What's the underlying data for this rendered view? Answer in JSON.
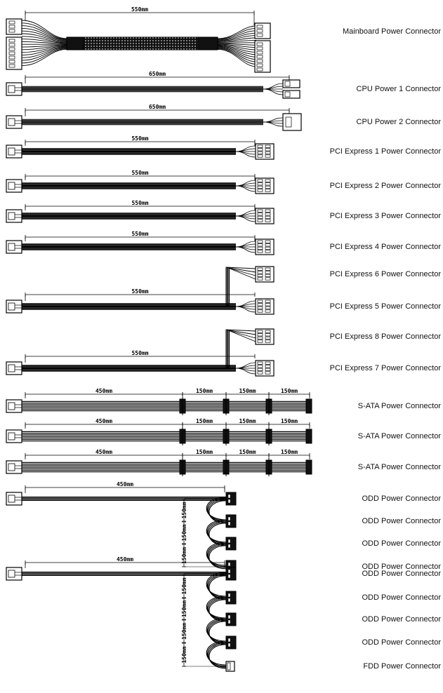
{
  "diagram": {
    "cables": [
      {
        "id": "mainboard",
        "connectors": [
          "Mainboard Power Connector"
        ],
        "lengths": [
          "550mm"
        ]
      },
      {
        "id": "cpu1",
        "connectors": [
          "CPU Power 1 Connector"
        ],
        "lengths": [
          "650mm"
        ]
      },
      {
        "id": "cpu2",
        "connectors": [
          "CPU Power 2 Connector"
        ],
        "lengths": [
          "650mm"
        ]
      },
      {
        "id": "pcie1",
        "connectors": [
          "PCI Express 1 Power Connector"
        ],
        "lengths": [
          "550mm"
        ]
      },
      {
        "id": "pcie2",
        "connectors": [
          "PCI Express 2 Power Connector"
        ],
        "lengths": [
          "550mm"
        ]
      },
      {
        "id": "pcie3",
        "connectors": [
          "PCI Express 3 Power Connector"
        ],
        "lengths": [
          "550mm"
        ]
      },
      {
        "id": "pcie4",
        "connectors": [
          "PCI Express 4 Power Connector"
        ],
        "lengths": [
          "550mm"
        ]
      },
      {
        "id": "pcie65",
        "connectors": [
          "PCI Express 6 Power Connector",
          "PCI Express 5 Power Connector"
        ],
        "lengths": [
          "550mm"
        ]
      },
      {
        "id": "pcie87",
        "connectors": [
          "PCI Express 8 Power Connector",
          "PCI Express 7 Power Connector"
        ],
        "lengths": [
          "550mm"
        ]
      },
      {
        "id": "sata1",
        "connectors": [
          "S-ATA  Power Connector"
        ],
        "lengths": [
          "450mm",
          "150mm",
          "150mm",
          "150mm"
        ]
      },
      {
        "id": "sata2",
        "connectors": [
          "S-ATA  Power Connector"
        ],
        "lengths": [
          "450mm",
          "150mm",
          "150mm",
          "150mm"
        ]
      },
      {
        "id": "sata3",
        "connectors": [
          "S-ATA  Power Connector"
        ],
        "lengths": [
          "450mm",
          "150mm",
          "150mm",
          "150mm"
        ]
      },
      {
        "id": "odd1",
        "connectors": [
          "ODD Power Connector",
          "ODD Power Connector",
          "ODD Power Connector",
          "ODD Power Connector"
        ],
        "lengths": [
          "450mm",
          "150mm",
          "150mm",
          "150mm"
        ]
      },
      {
        "id": "odd2",
        "connectors": [
          "ODD Power Connector",
          "ODD Power Connector",
          "ODD Power Connector",
          "ODD Power Connector",
          "FDD Power Connector"
        ],
        "lengths": [
          "450mm",
          "150mm",
          "150mm",
          "150mm",
          "150mm"
        ]
      }
    ]
  }
}
